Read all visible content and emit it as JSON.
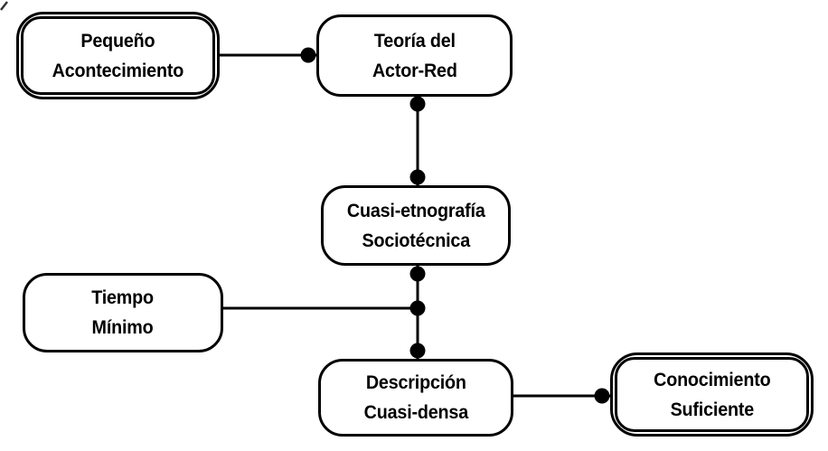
{
  "diagram": {
    "background_color": "#ffffff",
    "line_color": "#000000",
    "node_fill_color": "#ffffff",
    "nodes": [
      {
        "id": "pequeno-acontecimiento",
        "line1": "Pequeño",
        "line2": "Acontecimiento",
        "border": "double"
      },
      {
        "id": "teoria-del-actor-red",
        "line1": "Teoría del",
        "line2": "Actor-Red",
        "border": "single"
      },
      {
        "id": "cuasi-etnografia-sociotecnica",
        "line1": "Cuasi-etnografía",
        "line2": "Sociotécnica",
        "border": "single"
      },
      {
        "id": "tiempo-minimo",
        "line1": "Tiempo",
        "line2": "Mínimo",
        "border": "single"
      },
      {
        "id": "descripcion-cuasi-densa",
        "line1": "Descripción",
        "line2": "Cuasi-densa",
        "border": "single"
      },
      {
        "id": "conocimiento-suficiente",
        "line1": "Conocimiento",
        "line2": "Suficiente",
        "border": "double"
      }
    ],
    "edges": [
      {
        "from": "Pequeño Acontecimiento",
        "to": "Teoría del Actor-Red",
        "marker": "dot-at-target"
      },
      {
        "from": "Teoría del Actor-Red",
        "to": "Cuasi-etnografía Sociotécnica",
        "marker": "dots-at-both-ends"
      },
      {
        "from": "Cuasi-etnografía Sociotécnica",
        "to": "Descripción Cuasi-densa",
        "marker": "dots-at-both-ends"
      },
      {
        "from": "Tiempo Mínimo",
        "to": "vertical line between Cuasi-etnografía Sociotécnica and Descripción Cuasi-densa",
        "marker": "dot-at-junction"
      },
      {
        "from": "Descripción Cuasi-densa",
        "to": "Conocimiento Suficiente",
        "marker": "dot-at-target"
      }
    ]
  }
}
